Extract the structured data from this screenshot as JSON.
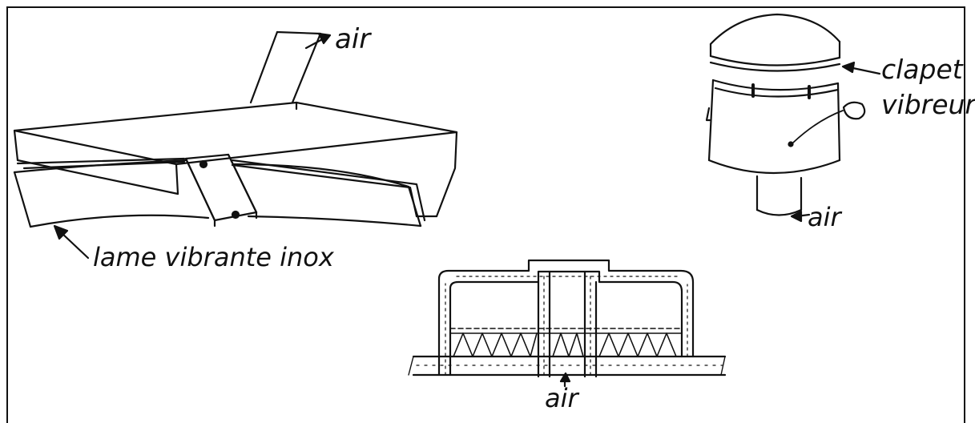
{
  "labels": {
    "air_top": "air",
    "blade": "lame vibrante inox",
    "valve_line1": "clapet",
    "valve_line2": "vibreur",
    "air_valve": "air",
    "air_bottom": "air"
  },
  "colors": {
    "ink": "#111111",
    "background": "#ffffff"
  }
}
